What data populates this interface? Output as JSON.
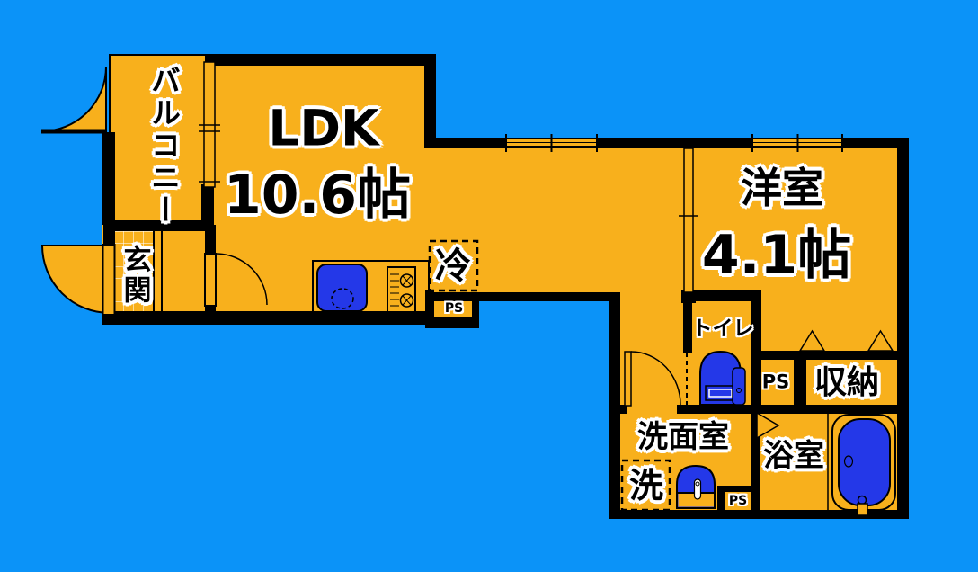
{
  "colors": {
    "background": "#0b93f8",
    "floor": "#f8b01c",
    "wall": "#000000",
    "fixture_blue": "#2438e8",
    "label_fill": "#000000",
    "label_outline": "#ffffff"
  },
  "rooms": {
    "balcony": {
      "label": "バルコニー"
    },
    "entrance": {
      "label": "玄関"
    },
    "ldk": {
      "label": "LDK",
      "size": "10.6帖"
    },
    "western_room": {
      "label": "洋室",
      "size": "4.1帖"
    },
    "toilet": {
      "label": "トイレ"
    },
    "storage": {
      "label": "収納"
    },
    "washroom": {
      "label": "洗面室"
    },
    "bathroom": {
      "label": "浴室"
    }
  },
  "fixtures": {
    "refrigerator": {
      "label": "冷"
    },
    "washer": {
      "label": "洗"
    },
    "pipe_space_kitchen": {
      "label": "PS"
    },
    "pipe_space_hall": {
      "label": "PS"
    },
    "pipe_space_washroom": {
      "label": "PS"
    }
  }
}
